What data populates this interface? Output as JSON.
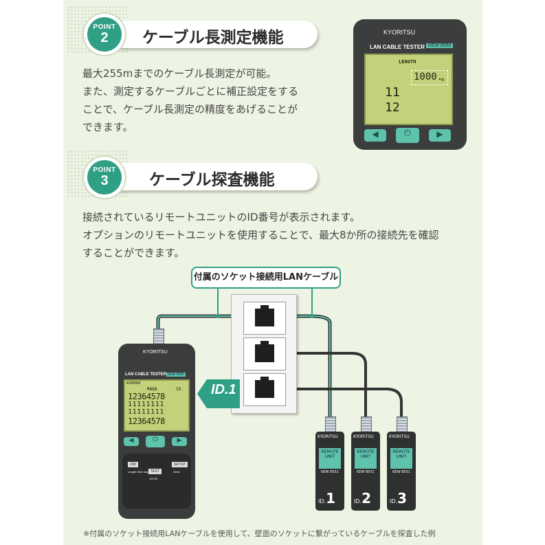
{
  "section2": {
    "badge_point": "POINT",
    "badge_number": "2",
    "title": "ケーブル長測定機能",
    "lines": [
      "最大255mまでのケーブル長測定が可能。",
      "また、測定するケーブルごとに補正設定をする",
      "ことで、ケーブル長測定の精度をあげることが",
      "できます。"
    ]
  },
  "device_top": {
    "brand": "KYORITSU",
    "model_label": "LAN CABLE TESTER",
    "model_number": "KEW 8550",
    "lcd_label": "LENGTH",
    "lcd_value": "1000.",
    "lcd_unit": "m",
    "lcd_digits_a": "11",
    "lcd_digits_b": "12",
    "button_left": "◀",
    "button_center": "⏻",
    "button_right": "▶"
  },
  "section3": {
    "badge_point": "POINT",
    "badge_number": "3",
    "title": "ケーブル探査機能",
    "lines": [
      "接続されているリモートユニットのID番号が表示されます。",
      "オプションのリモートユニットを使用することで、最大8か所の接続先を確認",
      "することができます。"
    ]
  },
  "callout_label": "付属のソケット接続用LANケーブル",
  "device_main": {
    "brand": "KYORITSU",
    "model_label": "LAN CABLE TESTER",
    "model_number": "KEW 8550",
    "lcd_label_left": "WIREMAP",
    "lcd_label_pass": "PASS",
    "lcd_label_id": "ID.",
    "lcd_row1": "12364578",
    "lcd_row2": "11111111",
    "lcd_row3": "11111111",
    "lcd_row4": "12364578",
    "button_left": "◀",
    "button_center": "⏻",
    "button_right": "▶",
    "key_1": "1/W",
    "key_1_sub": "Length\nWire map",
    "key_2": "TEST",
    "key_2_sub": "ID/TIE",
    "key_3": "SETUP",
    "key_3_sub": "Other"
  },
  "id_tag": "ID.1",
  "remotes": [
    {
      "brand": "KYORITSU",
      "screen": "REMOTE UNIT",
      "model": "KEW 8551",
      "id_prefix": "ID.",
      "id_number": "1"
    },
    {
      "brand": "KYORITSU",
      "screen": "REMOTE UNIT",
      "model": "KEW 8551",
      "id_prefix": "ID.",
      "id_number": "2"
    },
    {
      "brand": "KYORITSU",
      "screen": "REMOTE UNIT",
      "model": "KEW 8551",
      "id_prefix": "ID.",
      "id_number": "3"
    }
  ],
  "footnote": "※付属のソケット接続用LANケーブルを使用して、壁面のソケットに繋がっているケーブルを探査した例",
  "colors": {
    "accent": "#2f9f86",
    "background": "#eef4e3",
    "lcd": "#c3d27a",
    "device_body": "#3a3d3c"
  }
}
